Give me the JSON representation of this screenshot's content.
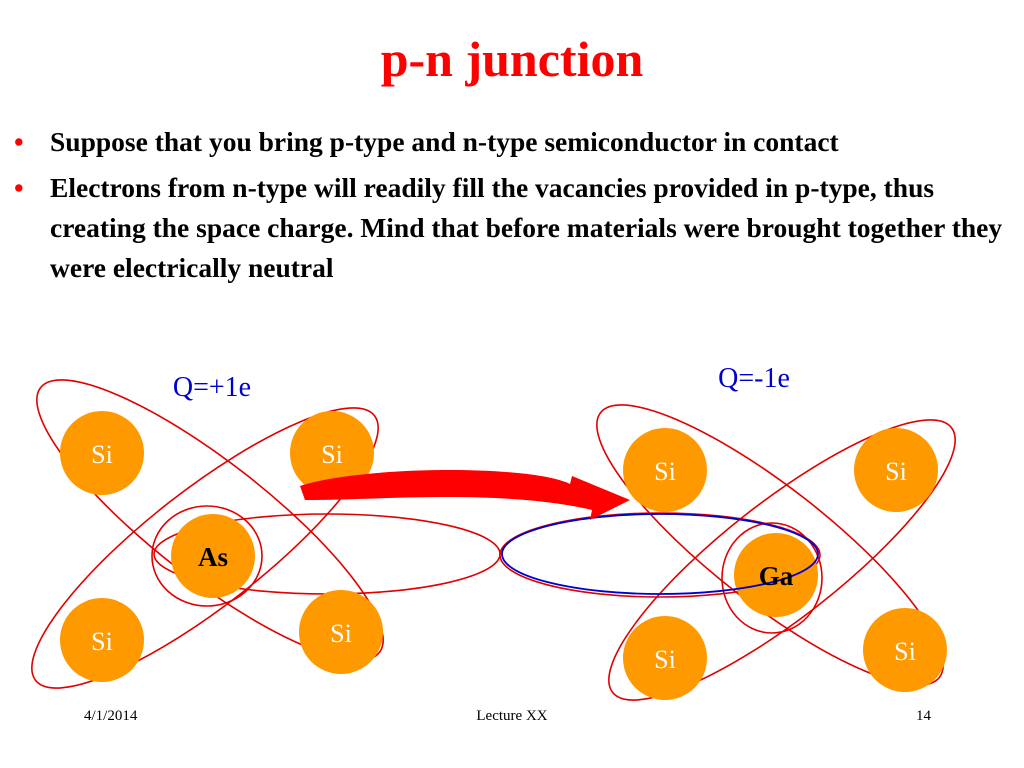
{
  "slide": {
    "title": "p-n junction",
    "bullets": [
      "Suppose that you bring p-type and n-type semiconductor in contact",
      "Electrons from n-type will readily fill the vacancies provided in p-type, thus creating the space charge. Mind that before materials were brought together they were electrically neutral"
    ],
    "bullet_symbol": "•"
  },
  "diagram": {
    "left": {
      "charge_label": "Q=+1e",
      "center_atom": "As",
      "atoms": [
        "Si",
        "Si",
        "Si",
        "Si"
      ]
    },
    "right": {
      "charge_label": "Q=-1e",
      "center_atom": "Ga",
      "atoms": [
        "Si",
        "Si",
        "Si",
        "Si"
      ]
    },
    "colors": {
      "atom_fill": "#ff9900",
      "bond_orbit": "#e00000",
      "electron_orbit": "#0000cc",
      "arrow": "#ff0000",
      "title": "#ff0000",
      "charge_label": "#0000cc"
    }
  },
  "footer": {
    "date": "4/1/2014",
    "lecture": "Lecture XX",
    "page": "14"
  }
}
